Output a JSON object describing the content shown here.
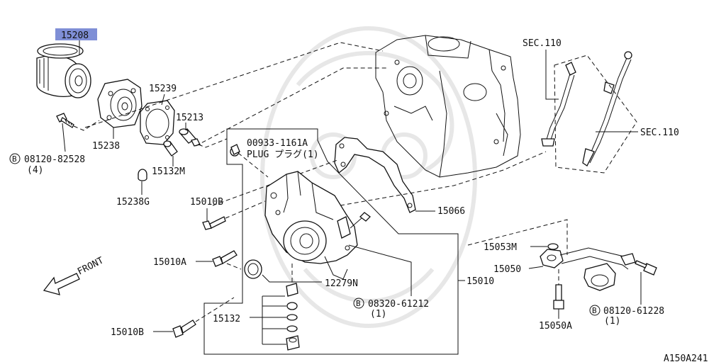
{
  "labels": {
    "p15208": "15208",
    "p15239": "15239",
    "p15213": "15213",
    "p15238": "15238",
    "bolt_82528": "08120-82528",
    "qty_82528": "(4)",
    "p15132m": "15132M",
    "p15238g": "15238G",
    "p15010b_top": "15010B",
    "p00933": "00933-1161A",
    "plug": "PLUG プラグ(1)",
    "p15066": "15066",
    "sec110_top": "SEC.110",
    "sec110_right": "SEC.110",
    "p15053m": "15053M",
    "p15050": "15050",
    "p15010a": "15010A",
    "p12279n": "12279N",
    "p15010": "15010",
    "bolt_61212": "08320-61212",
    "qty_61212": "(1)",
    "p15132": "15132",
    "p15010b_bottom": "15010B",
    "bolt_61228": "08120-61228",
    "qty_61228": "(1)",
    "p15050a": "15050A",
    "front": "FRONT",
    "diagram_id": "A150A241"
  },
  "bolt_marker": "B",
  "highlight_color": "#7f8fd6"
}
